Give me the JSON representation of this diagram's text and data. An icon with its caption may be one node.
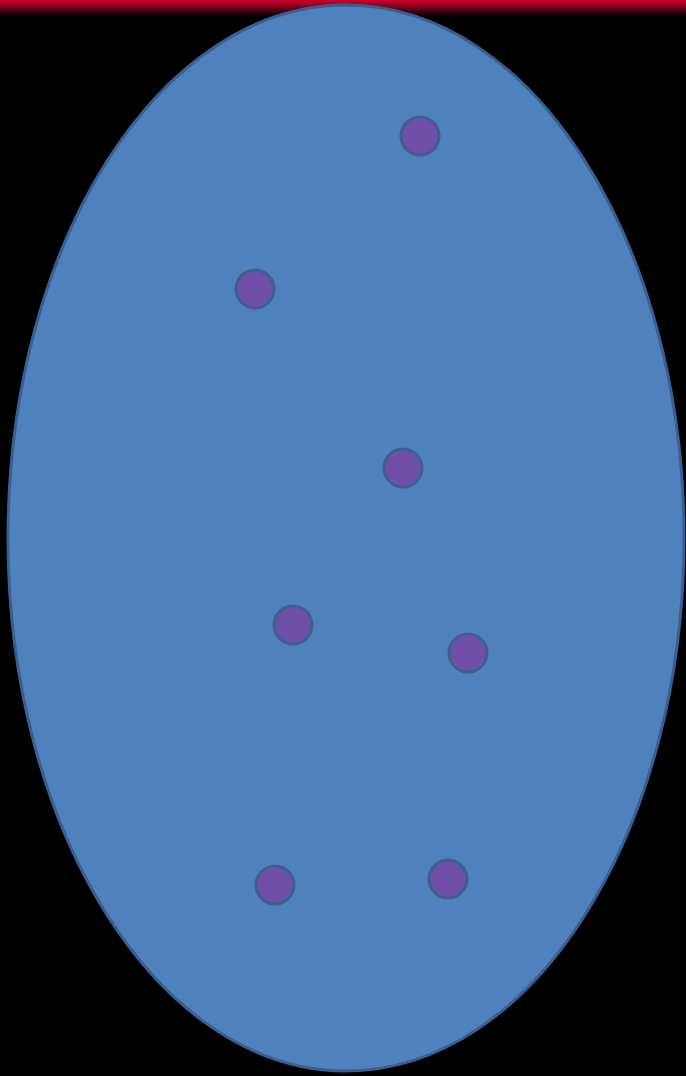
{
  "diagram": {
    "nodes": [
      {
        "text": [],
        "shape": "ellipse"
      },
      {
        "text": [],
        "shape": "circle",
        "in": 0
      },
      {
        "text": [],
        "shape": "circle",
        "in": 0
      },
      {
        "text": [],
        "shape": "circle",
        "in": 0
      },
      {
        "text": [],
        "shape": "circle",
        "in": 0
      },
      {
        "text": [],
        "shape": "circle",
        "in": 0
      },
      {
        "text": [],
        "shape": "circle",
        "in": 0
      },
      {
        "text": [],
        "shape": "circle",
        "in": 0
      }
    ]
  }
}
